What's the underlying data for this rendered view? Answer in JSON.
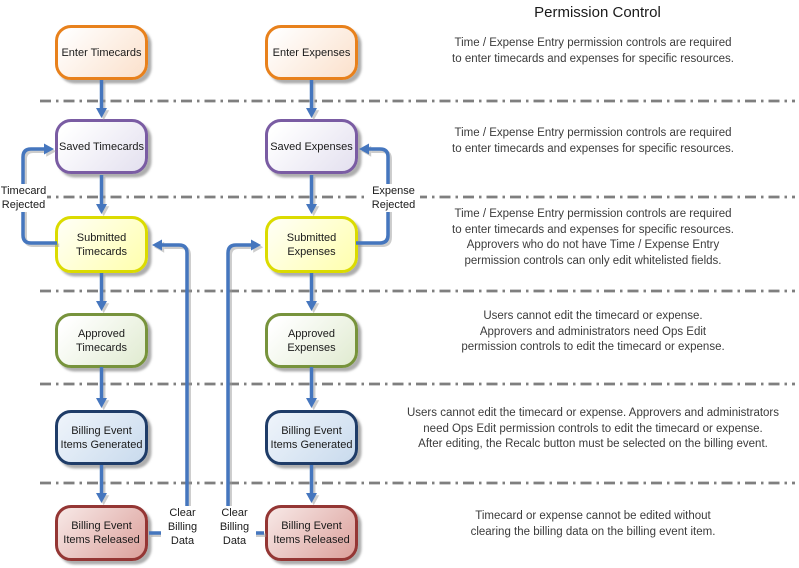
{
  "header": {
    "title": "Permission Control"
  },
  "colors": {
    "arrow": "#4576BE",
    "dash": "#7F7F7F",
    "box-text": "#1A1A1A",
    "note-text": "#3B3B3B",
    "enter-border": "#E8811C",
    "enter-fill": "#FBE2CE",
    "saved-border": "#7A5CA3",
    "saved-fill": "#E5E2F0",
    "submitted-border": "#DBDB00",
    "submitted-fill": "#FFFFB0",
    "approved-border": "#77933C",
    "approved-fill": "#E2ECD3",
    "generated-border": "#1F3C68",
    "generated-fill": "#CBDCEE",
    "released-border": "#943634",
    "released-fill": "#DDA49F"
  },
  "flow": {
    "columns": [
      {
        "name": "timecards",
        "stages": [
          {
            "label": "Enter Timecards"
          },
          {
            "label": "Saved Timecards"
          },
          {
            "label": "Submitted\nTimecards"
          },
          {
            "label": "Approved\nTimecards"
          },
          {
            "label": "Billing Event\nItems Generated"
          },
          {
            "label": "Billing Event\nItems Released"
          }
        ],
        "rejected_label": "Timecard\nRejected",
        "clear_label": "Clear\nBilling\nData"
      },
      {
        "name": "expenses",
        "stages": [
          {
            "label": "Enter Expenses"
          },
          {
            "label": "Saved Expenses"
          },
          {
            "label": "Submitted\nExpenses"
          },
          {
            "label": "Approved\nExpenses"
          },
          {
            "label": "Billing Event\nItems Generated"
          },
          {
            "label": "Billing Event\nItems Released"
          }
        ],
        "rejected_label": "Expense\nRejected",
        "clear_label": "Clear\nBilling\nData"
      }
    ]
  },
  "notes": [
    {
      "text": "Time / Expense Entry permission controls are required\nto enter timecards and expenses for specific resources."
    },
    {
      "text": "Time / Expense Entry permission controls are required\nto enter timecards and expenses for specific resources."
    },
    {
      "text": "Time / Expense Entry permission controls are required\nto enter timecards and expenses for specific resources.\nApprovers who do not have Time / Expense Entry\npermission controls can only edit whitelisted fields."
    },
    {
      "text": "Users cannot edit the timecard or expense.\nApprovers and administrators need Ops Edit\npermission controls to edit the timecard or expense."
    },
    {
      "text": "Users cannot edit the timecard or expense. Approvers and administrators\nneed Ops Edit permission controls to edit the timecard or expense.\nAfter editing, the Recalc button must be selected on the billing event."
    },
    {
      "text": "Timecard or expense cannot be edited without\nclearing the billing data on the billing event item."
    }
  ]
}
